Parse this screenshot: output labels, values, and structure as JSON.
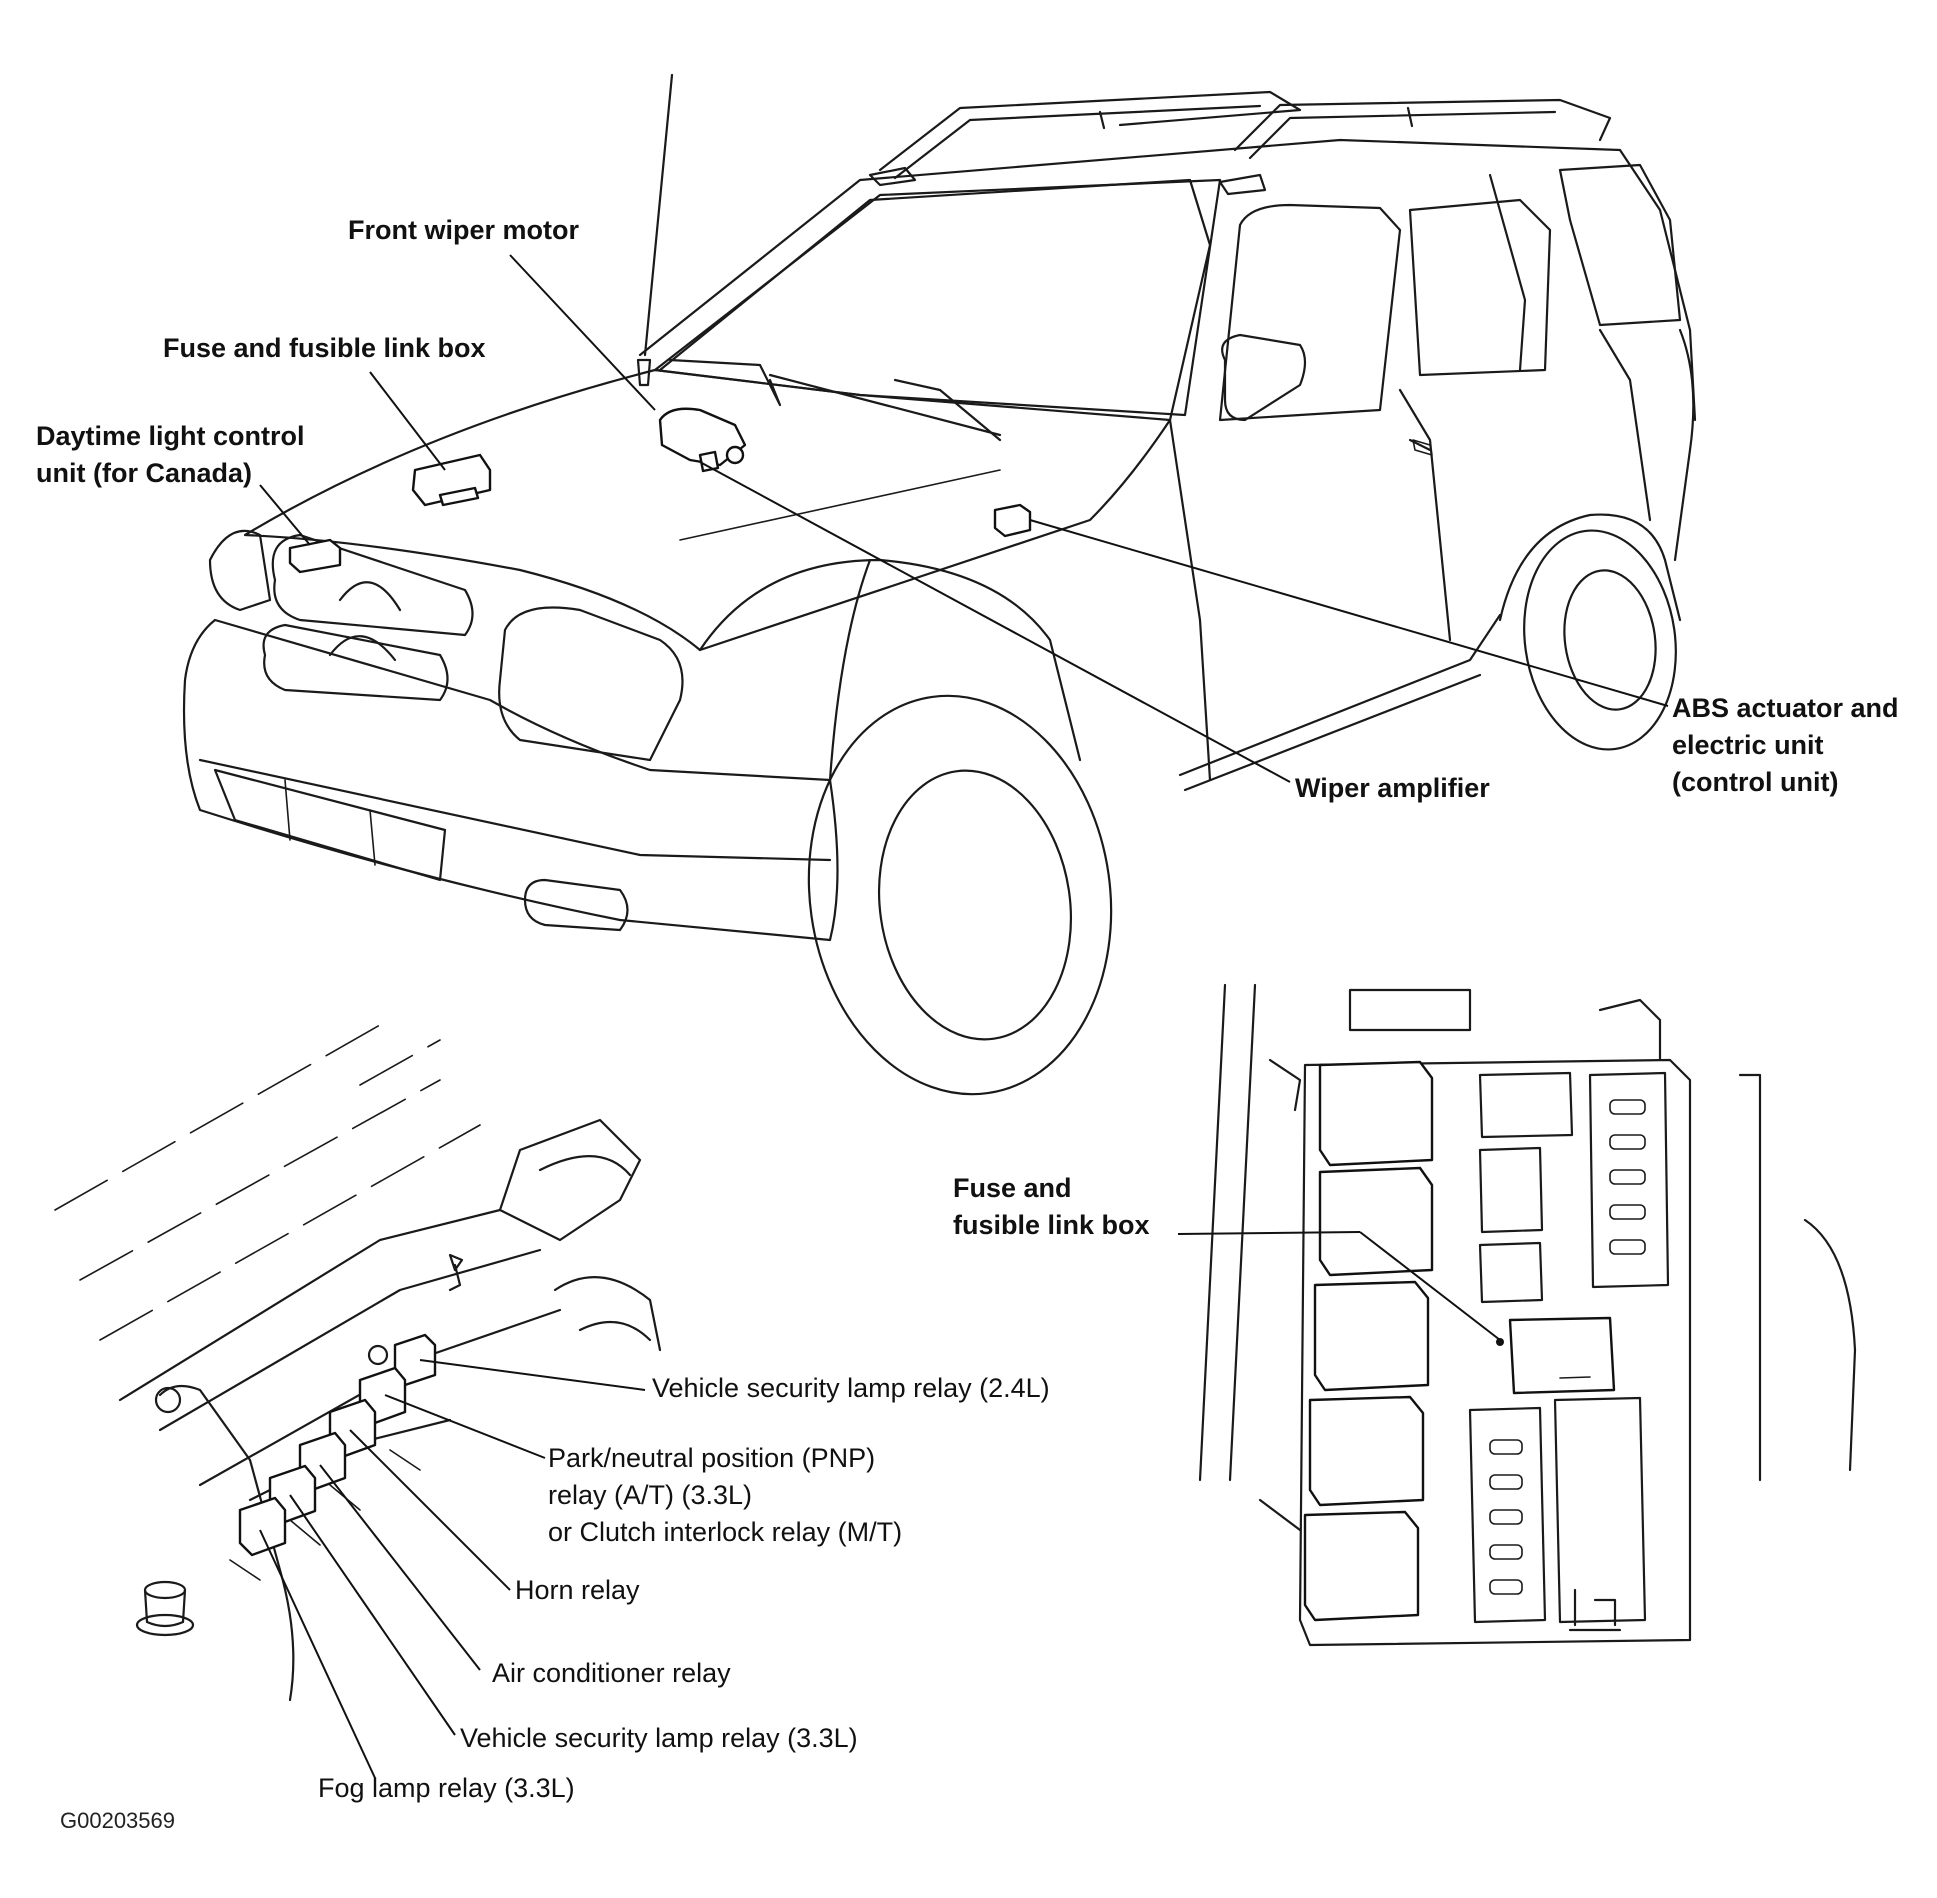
{
  "labels": {
    "front_wiper_motor": "Front wiper motor",
    "fuse_box_top": "Fuse and fusible link box",
    "daytime_light_1": "Daytime light control",
    "daytime_light_2": "unit (for Canada)",
    "abs_1": "ABS actuator and",
    "abs_2": "electric unit",
    "abs_3": "(control unit)",
    "wiper_amplifier": "Wiper amplifier",
    "fuse_box_detail_1": "Fuse and",
    "fuse_box_detail_2": "fusible link box",
    "vs_lamp_relay_24": "Vehicle security lamp relay (2.4L)",
    "pnp_1": "Park/neutral position (PNP)",
    "pnp_2": "relay (A/T) (3.3L)",
    "pnp_3": "or Clutch interlock relay (M/T)",
    "horn_relay": "Horn relay",
    "ac_relay": "Air conditioner relay",
    "vs_lamp_relay_33": "Vehicle security lamp relay (3.3L)",
    "fog_lamp_relay": "Fog lamp relay (3.3L)"
  },
  "figure_code": "G00203569"
}
